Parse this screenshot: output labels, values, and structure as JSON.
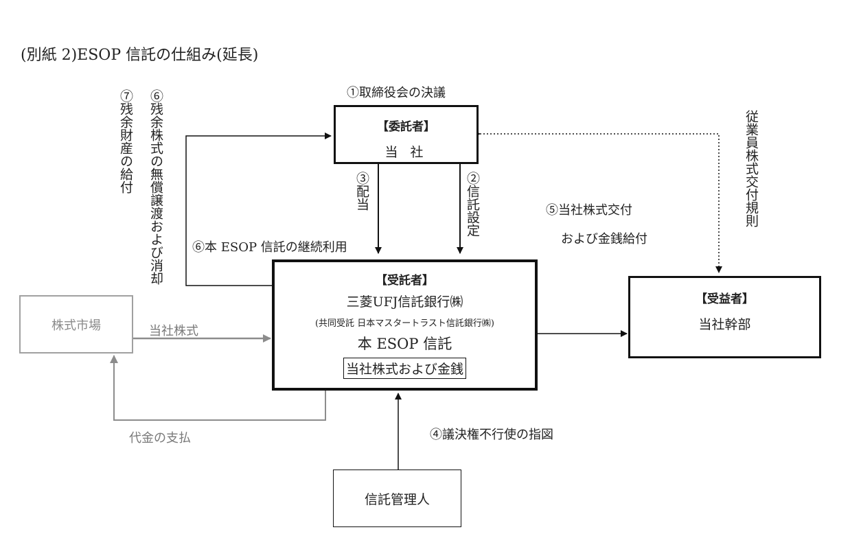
{
  "title": "(別紙 2)ESOP 信託の仕組み(延長)",
  "trustor": {
    "heading": "【委託者】",
    "name": "当 社"
  },
  "trustee": {
    "heading": "【受託者】",
    "bank": "三菱UFJ信託銀行㈱",
    "joint": "(共同受託 日本マスタートラスト信託銀行㈱)",
    "trust_name": "本 ESOP 信託",
    "assets": "当社株式および金銭"
  },
  "beneficiary": {
    "heading": "【受益者】",
    "name": "当社幹部"
  },
  "market": {
    "name": "株式市場"
  },
  "administrator": {
    "name": "信託管理人"
  },
  "labels": {
    "board_resolution": "①取締役会の決議",
    "trust_setting": "②信託設定",
    "dividend": "③配当",
    "voting_instruction": "④議決権不行使の指図",
    "delivery_line1": "⑤当社株式交付",
    "delivery_line2": "および金銭給付",
    "continued_use": "⑥本 ESOP 信託の継続利用",
    "free_transfer": "⑥残余株式の無償譲渡および消却",
    "residual": "⑦残余財産の給付",
    "rules": "従業員株式交付規則",
    "market_shares": "当社株式",
    "payment": "代金の支払"
  },
  "colors": {
    "line": "#111111",
    "gray": "#8c8c8c",
    "gray_text": "#7a7a7a"
  }
}
